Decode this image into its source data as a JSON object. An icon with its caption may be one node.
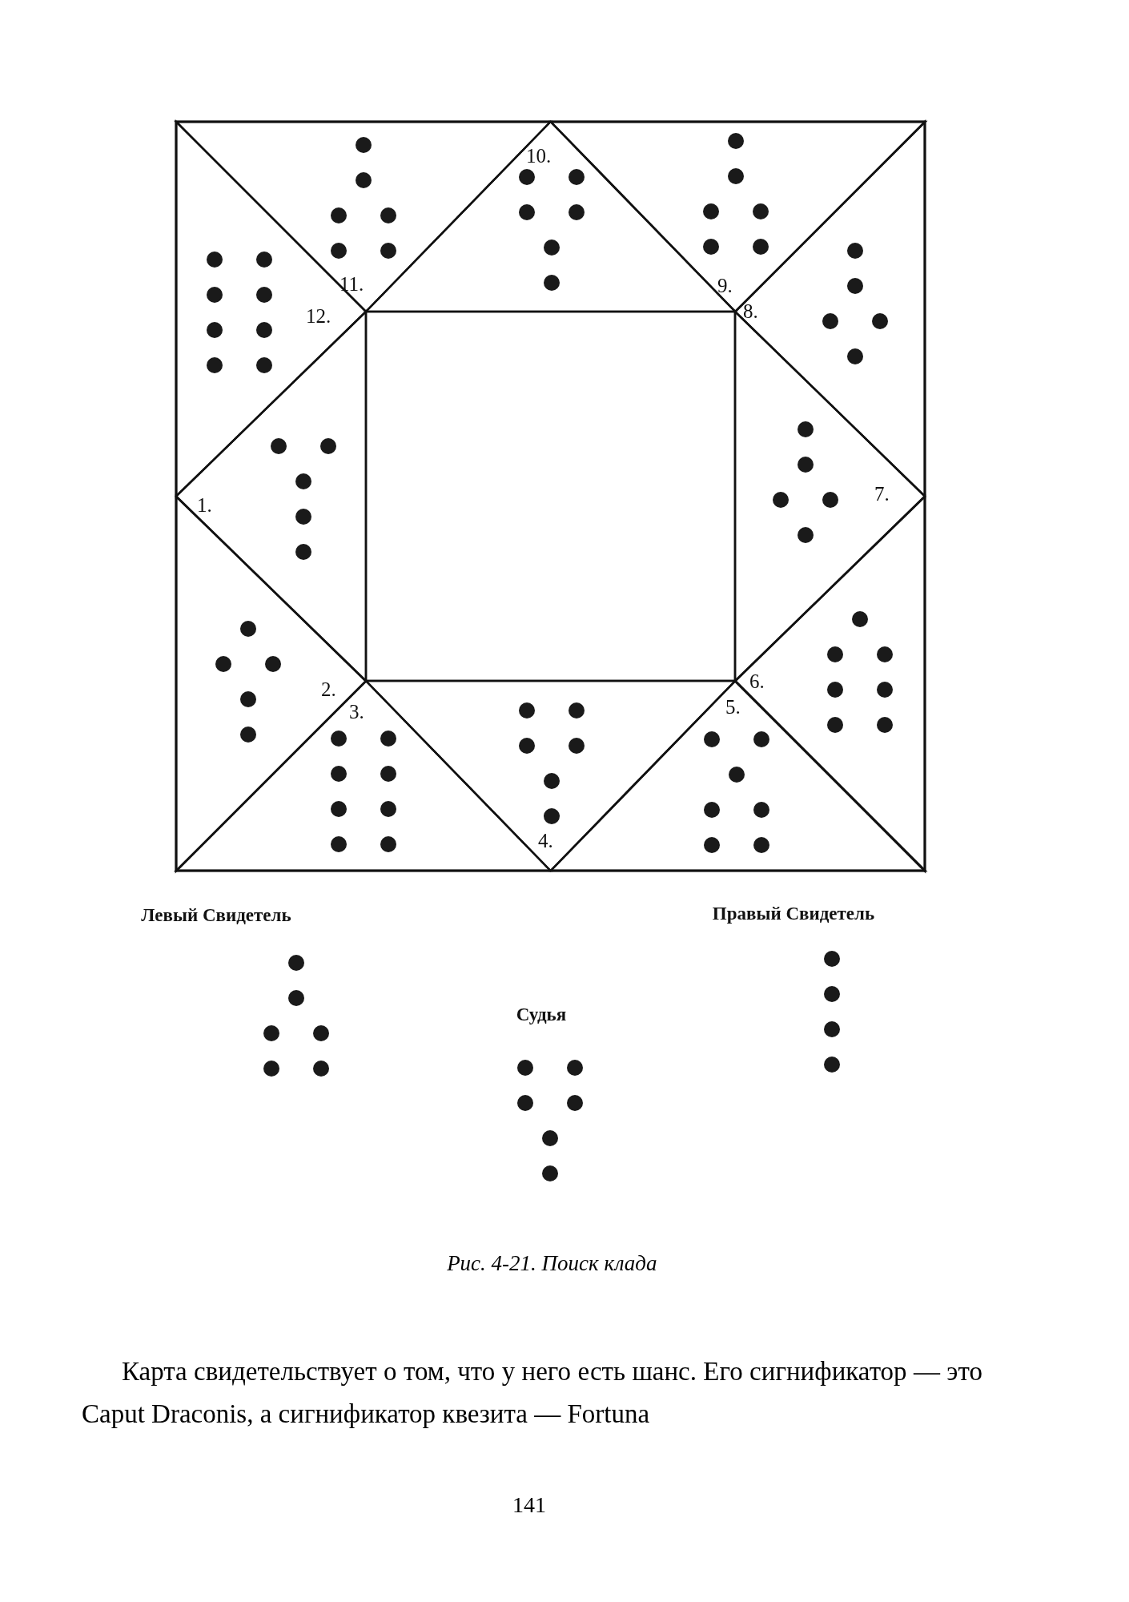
{
  "diagram": {
    "caption": "Рис. 4-21. Поиск клада",
    "nodes": [
      {
        "text": [
          "1."
        ]
      },
      {
        "text": [
          "2."
        ]
      },
      {
        "text": [
          "3."
        ]
      },
      {
        "text": [
          "4."
        ]
      },
      {
        "text": [
          "5."
        ]
      },
      {
        "text": [
          "6."
        ]
      },
      {
        "text": [
          "7."
        ]
      },
      {
        "text": [
          "8."
        ]
      },
      {
        "text": [
          "9."
        ]
      },
      {
        "text": [
          "10."
        ]
      },
      {
        "text": [
          "11."
        ]
      },
      {
        "text": [
          "12."
        ]
      },
      {
        "text": [
          "Левый Свидетель"
        ]
      },
      {
        "text": [
          "Судья"
        ]
      },
      {
        "text": [
          "Правый Свидетель"
        ]
      }
    ],
    "edges": [],
    "labels": [
      "Карта свидетельствует о том, что у него есть шанс. Его сигнификатор — это Caput Draconis, а сигнификатор квезита — Fortuna",
      "141"
    ]
  }
}
